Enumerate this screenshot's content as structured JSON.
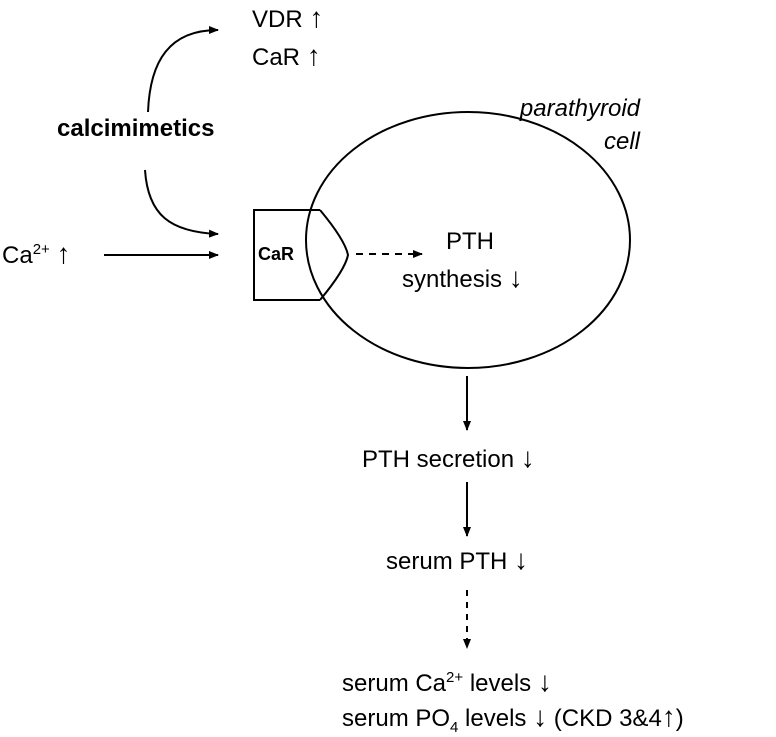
{
  "labels": {
    "vdr": "VDR",
    "car_top": "CaR",
    "up": "↑",
    "down": "↓",
    "calcimimetics": "calcimimetics",
    "parathyroid_line1": "parathyroid",
    "parathyroid_line2": "cell",
    "ca_base": "Ca",
    "ca_sup": "2+",
    "car_box": "CaR",
    "pth": "PTH",
    "synthesis": "synthesis",
    "pth_secretion": "PTH secretion",
    "serum_pth": "serum PTH",
    "serum_ca_base": "serum Ca",
    "serum_ca_sup": "2+",
    "serum_ca_tail": "levels",
    "serum_po4_base": "serum PO",
    "serum_po4_sub": "4",
    "serum_po4_tail": "levels",
    "ckd": "(CKD 3&4",
    "ckd_close": ")"
  }
}
